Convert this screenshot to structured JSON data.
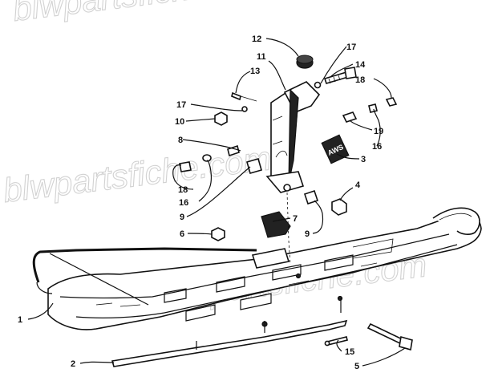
{
  "watermark": {
    "text_a": "blwpartsfiche.com",
    "text_b": "blwpartsfiche.com",
    "text_c": "blwpartsfiche.com"
  },
  "decal_text": "AWS",
  "callouts": [
    {
      "id": "c1",
      "label": "1"
    },
    {
      "id": "c2",
      "label": "2"
    },
    {
      "id": "c3",
      "label": "3"
    },
    {
      "id": "c4",
      "label": "4"
    },
    {
      "id": "c5",
      "label": "5"
    },
    {
      "id": "c6",
      "label": "6"
    },
    {
      "id": "c7",
      "label": "7"
    },
    {
      "id": "c8",
      "label": "8"
    },
    {
      "id": "c9a",
      "label": "9"
    },
    {
      "id": "c9b",
      "label": "9"
    },
    {
      "id": "c10",
      "label": "10"
    },
    {
      "id": "c11",
      "label": "11"
    },
    {
      "id": "c12",
      "label": "12"
    },
    {
      "id": "c13",
      "label": "13"
    },
    {
      "id": "c14",
      "label": "14"
    },
    {
      "id": "c15",
      "label": "15"
    },
    {
      "id": "c16a",
      "label": "16"
    },
    {
      "id": "c16b",
      "label": "16"
    },
    {
      "id": "c17a",
      "label": "17"
    },
    {
      "id": "c17b",
      "label": "17"
    },
    {
      "id": "c18a",
      "label": "18"
    },
    {
      "id": "c18b",
      "label": "18"
    },
    {
      "id": "c19",
      "label": "19"
    }
  ]
}
